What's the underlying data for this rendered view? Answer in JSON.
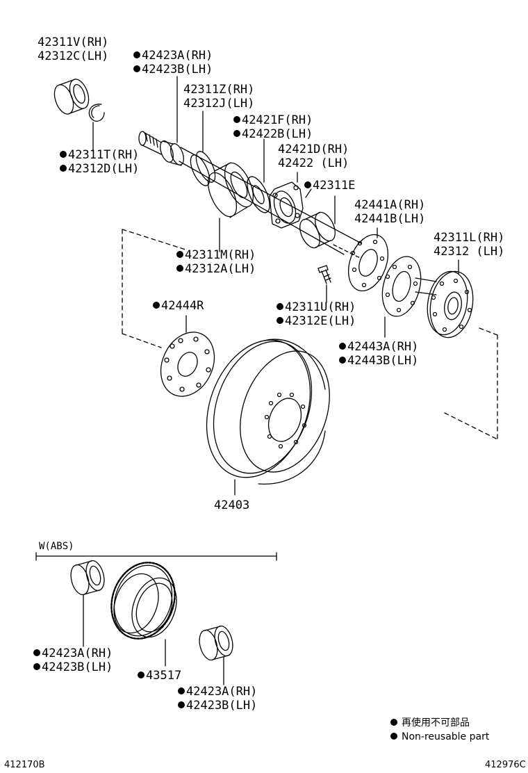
{
  "labels": {
    "l01": "42311V(RH)",
    "l02": "42312C(LH)",
    "l03": "42423A(RH)",
    "l04": "42423B(LH)",
    "l05": "42311Z(RH)",
    "l06": "42312J(LH)",
    "l07": "42421F(RH)",
    "l08": "42422B(LH)",
    "l09": "42421D(RH)",
    "l10": "42422 (LH)",
    "l11": "42311T(RH)",
    "l12": "42312D(LH)",
    "l13": "42311E",
    "l14": "42441A(RH)",
    "l15": "42441B(LH)",
    "l16": "42311L(RH)",
    "l17": "42312 (LH)",
    "l18": "42311M(RH)",
    "l19": "42312A(LH)",
    "l20": "42444R",
    "l21": "42311U(RH)",
    "l22": "42312E(LH)",
    "l23": "42443A(RH)",
    "l24": "42443B(LH)",
    "l25": "42403",
    "l26": "42423A(RH)",
    "l27": "42423B(LH)",
    "l28": "43517",
    "l29": "42423A(RH)",
    "l30": "42423B(LH)"
  },
  "abs_group_label": "W(ABS)",
  "legend": {
    "jp": "再使用不可部品",
    "en": "Non-reusable part"
  },
  "code_left": "412170B",
  "code_right": "412976C"
}
